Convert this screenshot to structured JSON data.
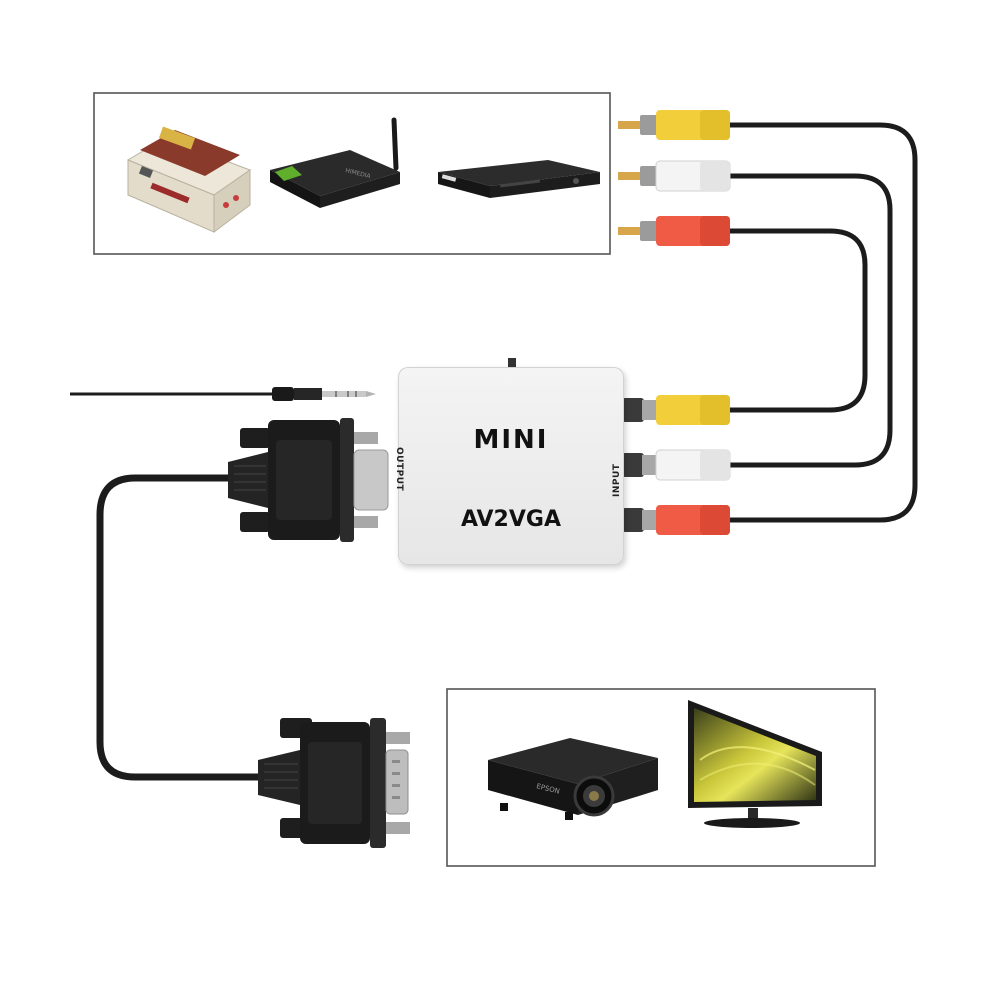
{
  "device": {
    "brand_top": "MINI",
    "brand_bottom": "AV2VGA",
    "port_output": "OUTPUT",
    "port_input": "INPUT"
  },
  "source_devices": [
    "game-console",
    "tv-box",
    "dvd-player"
  ],
  "display_devices": [
    "projector",
    "monitor"
  ],
  "cable_colors": {
    "yellow": "#f2cf3a",
    "white": "#f2f2f2",
    "red": "#ef5b45",
    "cable": "#1c1c1c"
  }
}
